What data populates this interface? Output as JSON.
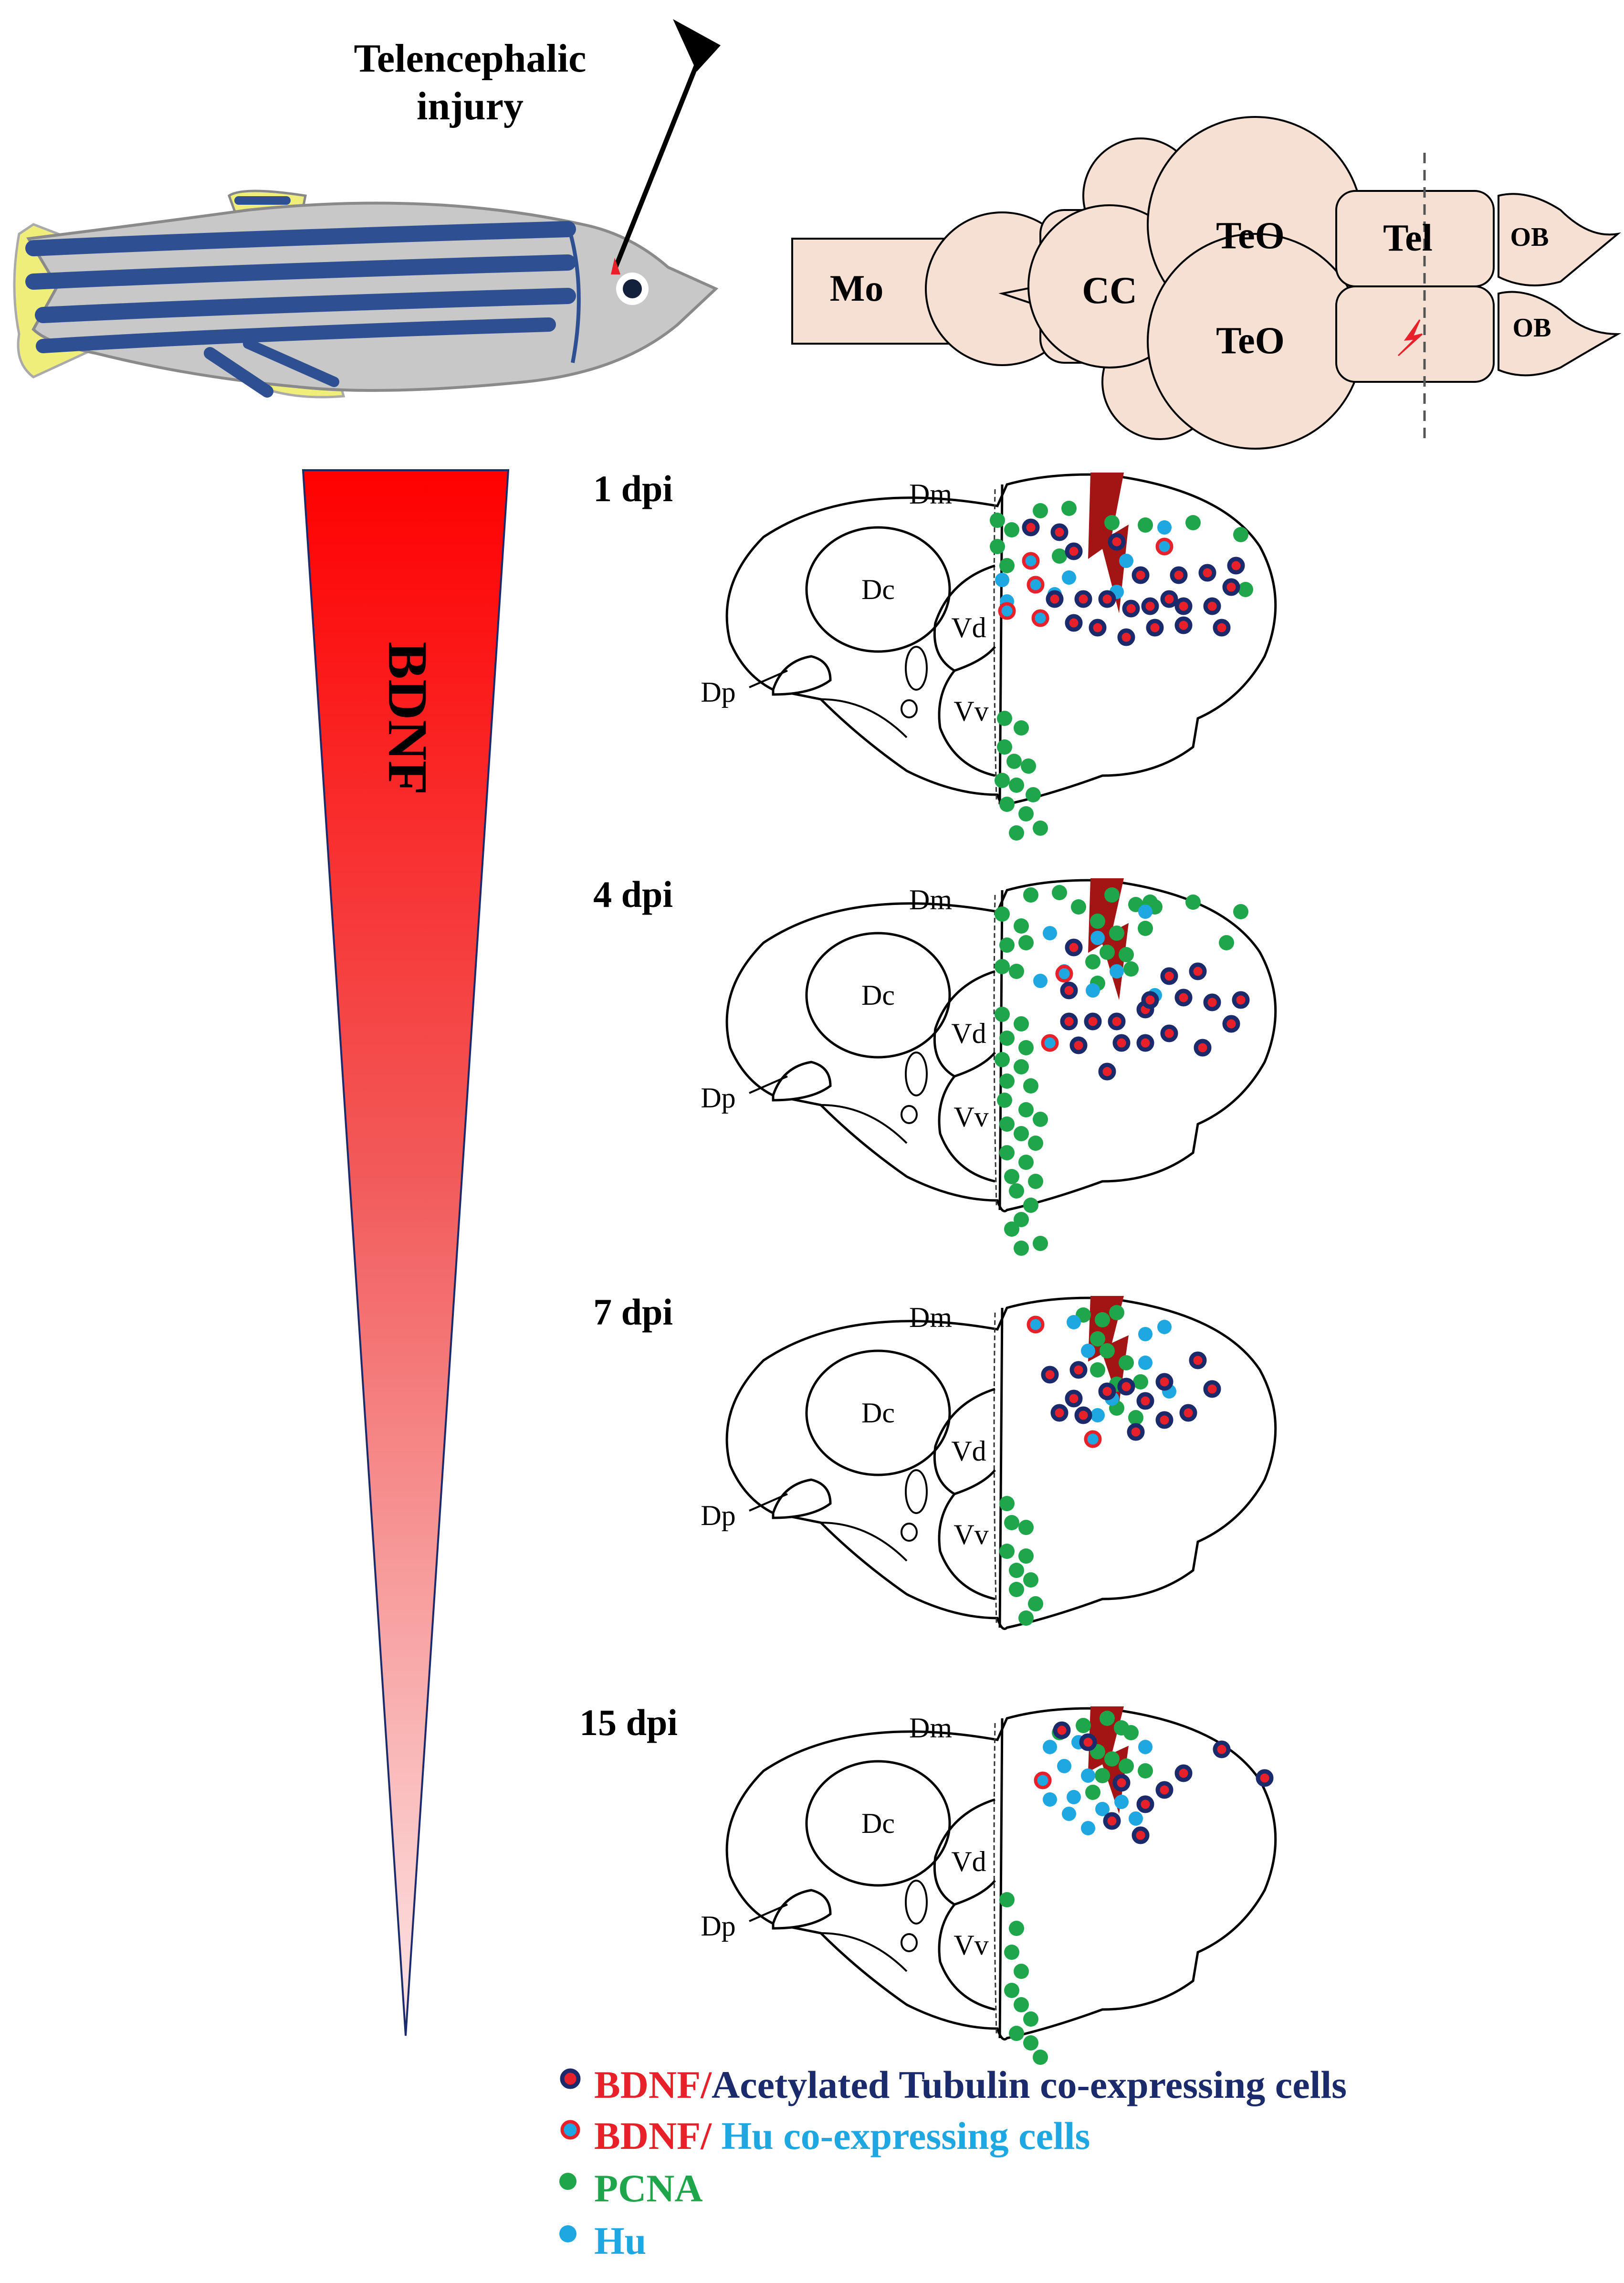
{
  "injury_label_line1": "Telencephalic",
  "injury_label_line2": "injury",
  "brain_regions": {
    "mo": "Mo",
    "cc": "CC",
    "teo_top": "TeO",
    "teo_bottom": "TeO",
    "tel": "Tel",
    "ob_top": "OB",
    "ob_bottom": "OB"
  },
  "gradient_label": "BDNF",
  "section_labels": {
    "dm": "Dm",
    "dc": "Dc",
    "vd": "Vd",
    "vv": "Vv",
    "dp": "Dp"
  },
  "panels": [
    {
      "label": "1 dpi"
    },
    {
      "label": "4 dpi"
    },
    {
      "label": "7 dpi"
    },
    {
      "label": "15 dpi"
    }
  ],
  "legend": [
    {
      "part1": "BDNF/",
      "part2": "Acetylated Tubulin co-expressing cells",
      "color1": "#e8202a",
      "color2": "#1b2a6b"
    },
    {
      "part1": "BDNF/",
      "part2": " Hu co-expressing cells",
      "color1": "#e8202a",
      "color2": "#1ea7e1"
    },
    {
      "part1": "PCNA",
      "part2": "",
      "color1": "#1fa64a",
      "color2": "#1fa64a"
    },
    {
      "part1": "Hu",
      "part2": "",
      "color1": "#1ea7e1",
      "color2": "#1ea7e1"
    }
  ],
  "colors": {
    "bdnf_red": "#e8202a",
    "acetylated_tubulin_navy": "#1b2a6b",
    "hu_cyan": "#1ea7e1",
    "pcna_green": "#1fa64a",
    "brain_fill": "#f6e0d3",
    "fish_stripe": "#2f4f93",
    "fish_fin": "#f0ee7a",
    "fish_body": "#c8c8c8",
    "lesion": "#a31414"
  }
}
